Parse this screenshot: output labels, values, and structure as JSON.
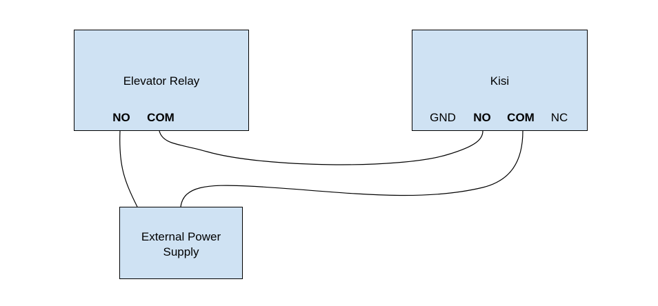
{
  "diagram": {
    "relay": {
      "title": "Elevator Relay",
      "terminals": {
        "no": "NO",
        "com": "COM"
      }
    },
    "kisi": {
      "title": "Kisi",
      "terminals": {
        "gnd": "GND",
        "no": "NO",
        "com": "COM",
        "nc": "NC"
      }
    },
    "power_supply": {
      "title_line1": "External Power",
      "title_line2": "Supply"
    },
    "connections": [
      {
        "from": "Elevator Relay NO",
        "to": "External Power Supply"
      },
      {
        "from": "Elevator Relay COM",
        "to": "Kisi NO"
      },
      {
        "from": "Kisi COM",
        "to": "External Power Supply"
      }
    ],
    "colors": {
      "box_fill": "#cfe2f3",
      "outline": "#000000",
      "wire": "#000000"
    }
  }
}
